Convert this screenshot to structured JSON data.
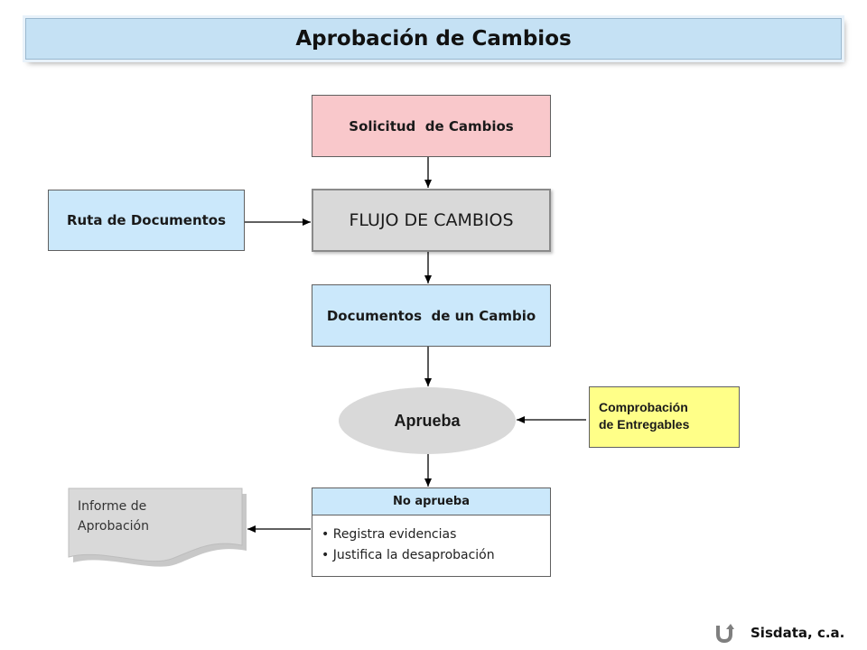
{
  "header": {
    "title": "Aprobación de Cambios"
  },
  "nodes": {
    "solicitud": "Solicitud  de Cambios",
    "flujo": "FLUJO DE CAMBIOS",
    "ruta": "Ruta de Documentos",
    "documentos": "Documentos  de un Cambio",
    "aprueba": "Aprueba",
    "comprobacion_line1": "Comprobación",
    "comprobacion_line2": "de Entregables",
    "no_aprueba": {
      "title": "No aprueba",
      "items": [
        "Registra evidencias",
        "Justifica la desaprobación"
      ]
    },
    "informe_line1": "Informe de",
    "informe_line2": "Aprobación"
  },
  "footer": {
    "company": "Sisdata, c.a.",
    "icon": "return-arrow-icon"
  },
  "colors": {
    "title_bg": "#c5e1f4",
    "solicitud_bg": "#f9c8cb",
    "flujo_bg": "#d9d9d9",
    "blue_box_bg": "#cbe8fb",
    "comprobacion_bg": "#ffff88",
    "document_bg": "#d9d9d9"
  }
}
